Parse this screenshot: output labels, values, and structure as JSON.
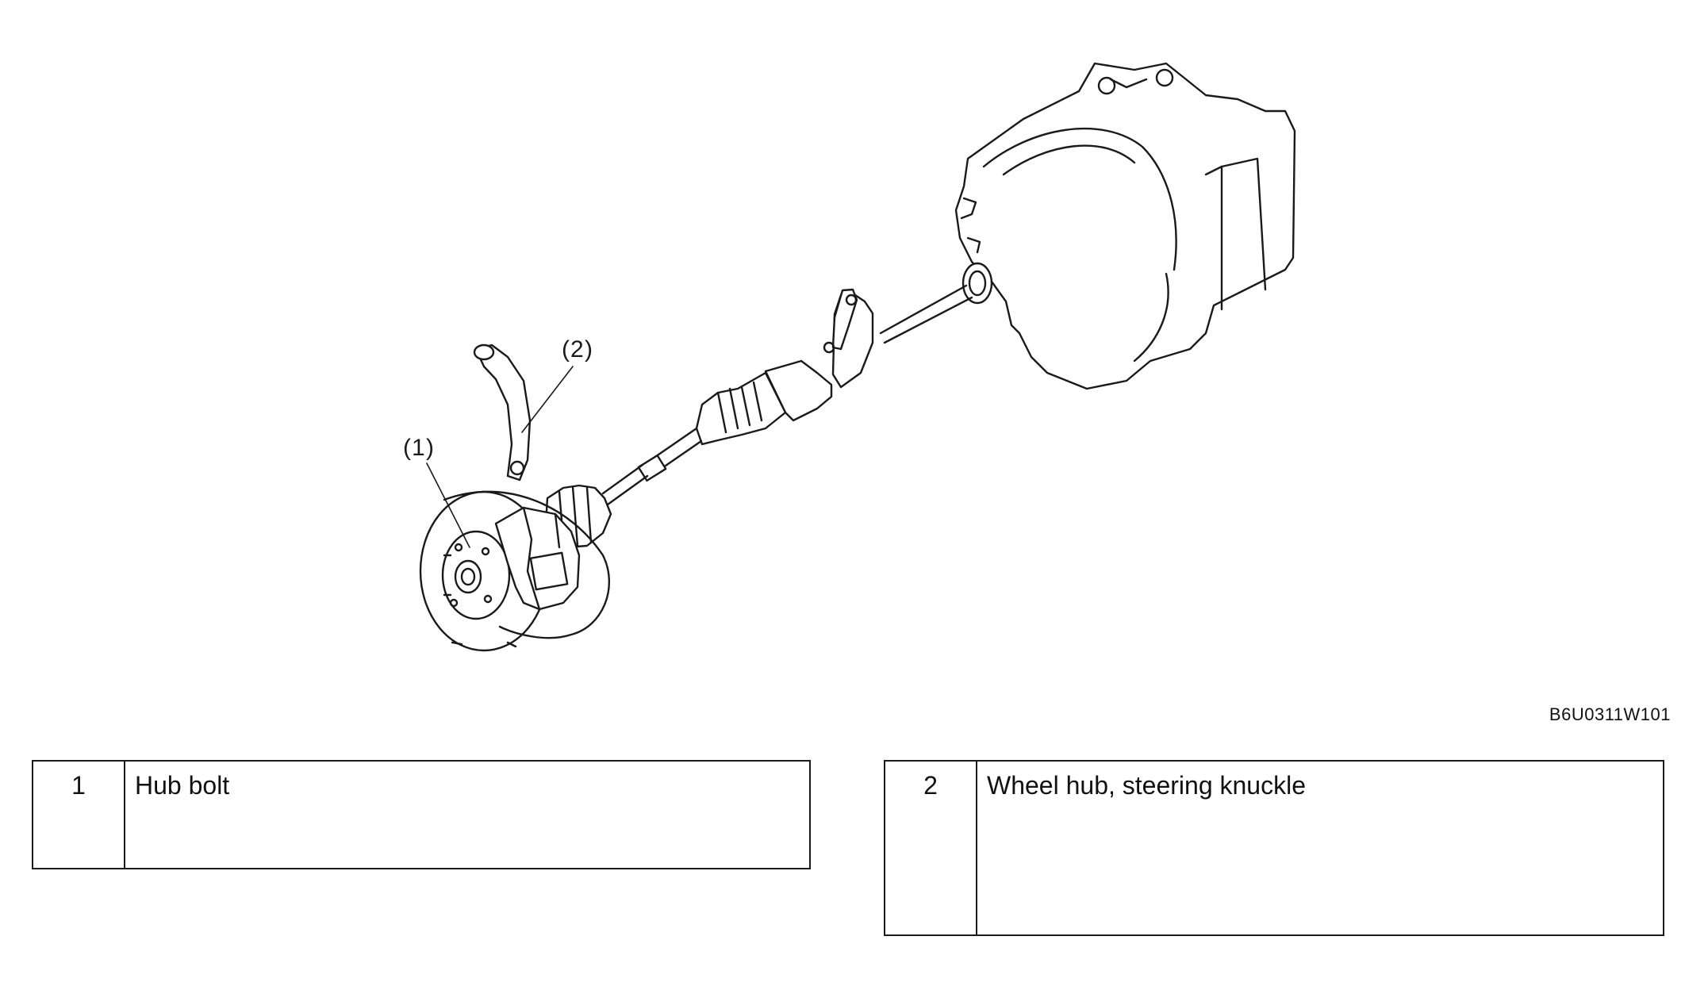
{
  "figure": {
    "callouts": [
      {
        "number": "1"
      },
      {
        "number": "2"
      }
    ],
    "figure_id": "B6U0311W101"
  },
  "legend": [
    {
      "number": "1",
      "description": "Hub bolt"
    },
    {
      "number": "2",
      "description": "Wheel hub, steering knuckle"
    }
  ]
}
